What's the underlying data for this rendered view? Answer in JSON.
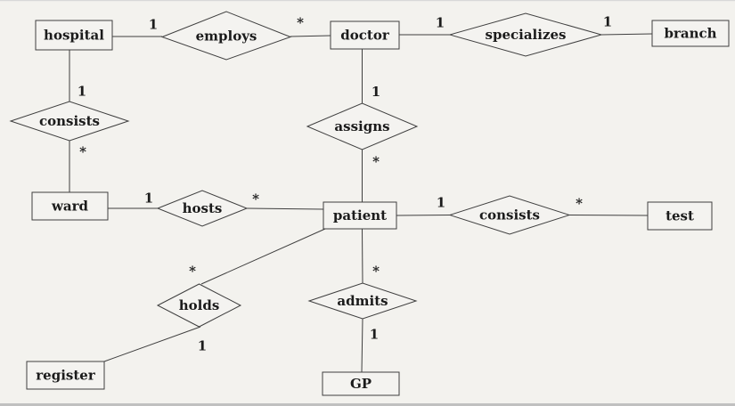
{
  "colors": {
    "canvas": "#f3f2ee",
    "surface": "#f4f3f0",
    "line": "#3f3f3f",
    "ink": "#1b1b1b",
    "edge_top": "#d8d8d8",
    "edge_bottom": "#c0c0c0"
  },
  "diagram": {
    "type": "er-diagram",
    "entities": [
      {
        "name": "hospital"
      },
      {
        "name": "doctor"
      },
      {
        "name": "branch"
      },
      {
        "name": "ward"
      },
      {
        "name": "patient"
      },
      {
        "name": "test"
      },
      {
        "name": "register"
      },
      {
        "name": "GP"
      }
    ],
    "relationships": [
      {
        "name": "employs",
        "from": "hospital",
        "from_cardinality": "1",
        "to": "doctor",
        "to_cardinality": "*"
      },
      {
        "name": "specializes",
        "from": "doctor",
        "from_cardinality": "1",
        "to": "branch",
        "to_cardinality": "1"
      },
      {
        "name": "consists",
        "from": "hospital",
        "from_cardinality": "1",
        "to": "ward",
        "to_cardinality": "*"
      },
      {
        "name": "assigns",
        "from": "doctor",
        "from_cardinality": "1",
        "to": "patient",
        "to_cardinality": "*"
      },
      {
        "name": "hosts",
        "from": "ward",
        "from_cardinality": "1",
        "to": "patient",
        "to_cardinality": "*"
      },
      {
        "name": "consists",
        "from": "patient",
        "from_cardinality": "1",
        "to": "test",
        "to_cardinality": "*"
      },
      {
        "name": "holds",
        "from": "patient",
        "from_cardinality": "*",
        "to": "register",
        "to_cardinality": "1"
      },
      {
        "name": "admits",
        "from": "patient",
        "from_cardinality": "*",
        "to": "GP",
        "to_cardinality": "1"
      }
    ]
  }
}
